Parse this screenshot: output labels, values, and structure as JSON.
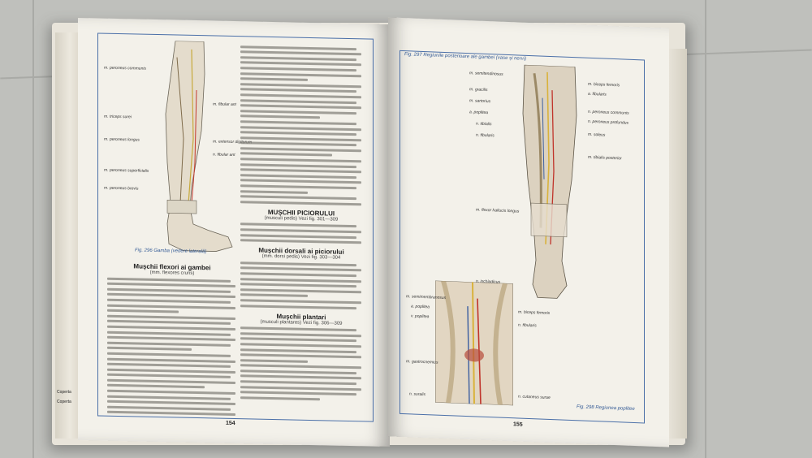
{
  "left_page": {
    "page_number": "154",
    "figure_caption": "Fig. 296 Gamba (vedere laterală)",
    "heading_flexori": "Mușchii flexori ai gambei",
    "sub_flexori": "(mm. flexores cruris)",
    "heading_picior": "MUȘCHII PICIORULUI",
    "sub_picior": "(musculi pedis) Vezi fig. 301—309",
    "heading_dorsali": "Mușchii dorsali ai piciorului",
    "sub_dorsali": "(mm. dorsi pedis) Vezi fig. 303—304",
    "heading_plantari": "Mușchii plantari",
    "sub_plantari": "(musculi plantares) Vezi fig. 306—309",
    "labels": [
      "m. peroneus communis",
      "m. triceps surei",
      "m. peroneus longus",
      "m. peroneus superficialis",
      "m. peroneus brevis",
      "m. fibular ant",
      "m. extensor digitorum",
      "n. fibular ant"
    ]
  },
  "right_page": {
    "page_number": "155",
    "figure_caption_top": "Fig. 297 Regiunile posterioare ale gambei (vase și nervi)",
    "figure_caption_bottom": "Fig. 298 Regiunea poplitee",
    "labels_top": [
      "m. semitendinosus",
      "m. gracilis",
      "m. sartorius",
      "a. poplitea",
      "n. tibialis",
      "n. fibularis",
      "m. flexor hallucis longus",
      "m. biceps femoris",
      "a. fibularis",
      "n. peroneus communis",
      "n. peroneus profundus",
      "m. soleus",
      "m. tibialis posterior"
    ],
    "labels_bottom": [
      "n. ischiadicus",
      "m. semimembranosus",
      "a. poplitea",
      "v. poplitea",
      "m. gastrocnemius",
      "n. suralis",
      "m. biceps femoris",
      "n. fibularis",
      "n. cutaneus surae"
    ]
  },
  "cover_edge_text": [
    "Coperta",
    "Coperta"
  ],
  "colors": {
    "frame": "#4a6fa8",
    "page": "#f3f1ea",
    "background": "#bfc0bc"
  }
}
